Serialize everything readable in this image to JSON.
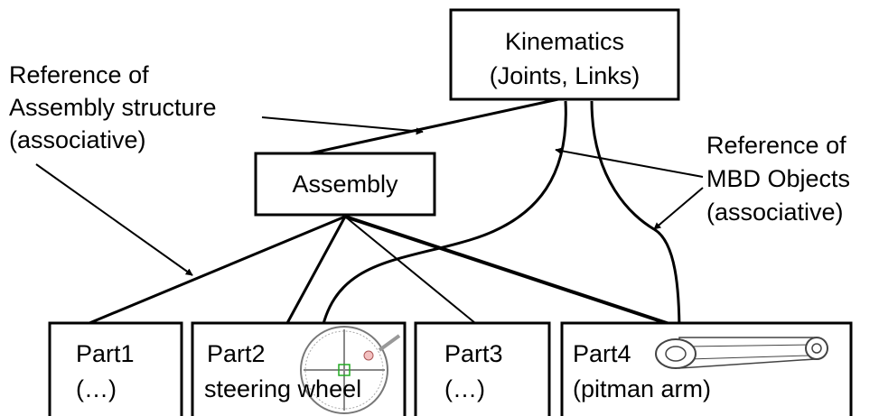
{
  "nodes": {
    "kinematics": {
      "line1": "Kinematics",
      "line2": "(Joints, Links)"
    },
    "assembly": {
      "label": "Assembly"
    },
    "part1": {
      "line1": "Part1",
      "line2": "(…)"
    },
    "part2": {
      "line1": "Part2",
      "line2": "steering wheel"
    },
    "part3": {
      "line1": "Part3",
      "line2": "(…)"
    },
    "part4": {
      "line1": "Part4",
      "line2": "(pitman arm)"
    }
  },
  "annotations": {
    "assembly_ref": [
      "Reference of",
      "Assembly structure",
      "(associative)"
    ],
    "mbd_ref": [
      "Reference of",
      "MBD Objects",
      "(associative)"
    ]
  },
  "images": {
    "steering_wheel": "steering-wheel-icon",
    "pitman_arm": "pitman-arm-icon"
  }
}
